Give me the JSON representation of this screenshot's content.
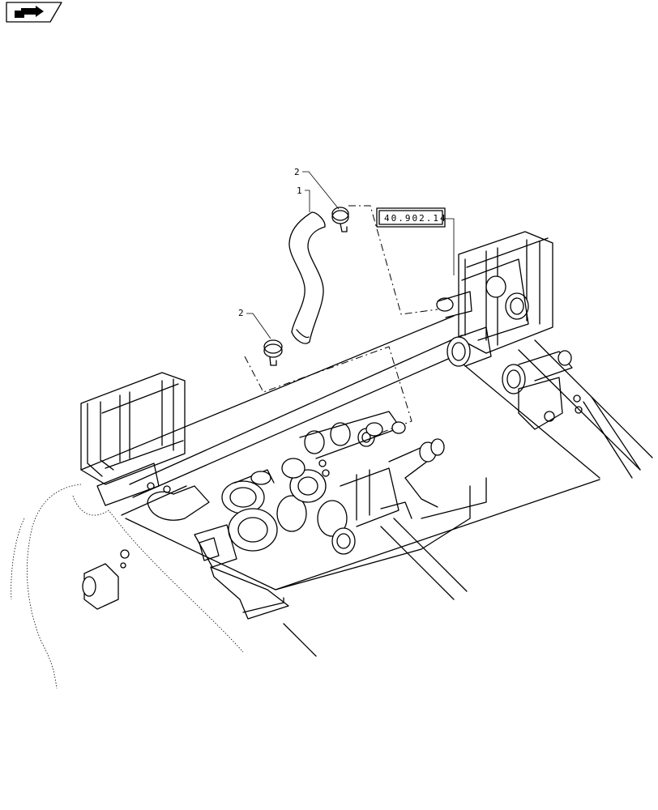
{
  "callouts": {
    "item_1": "1",
    "item_2_top": "2",
    "item_2_bottom": "2"
  },
  "reference": "40.902.14",
  "icons": {
    "nav": "page-forward-icon"
  }
}
